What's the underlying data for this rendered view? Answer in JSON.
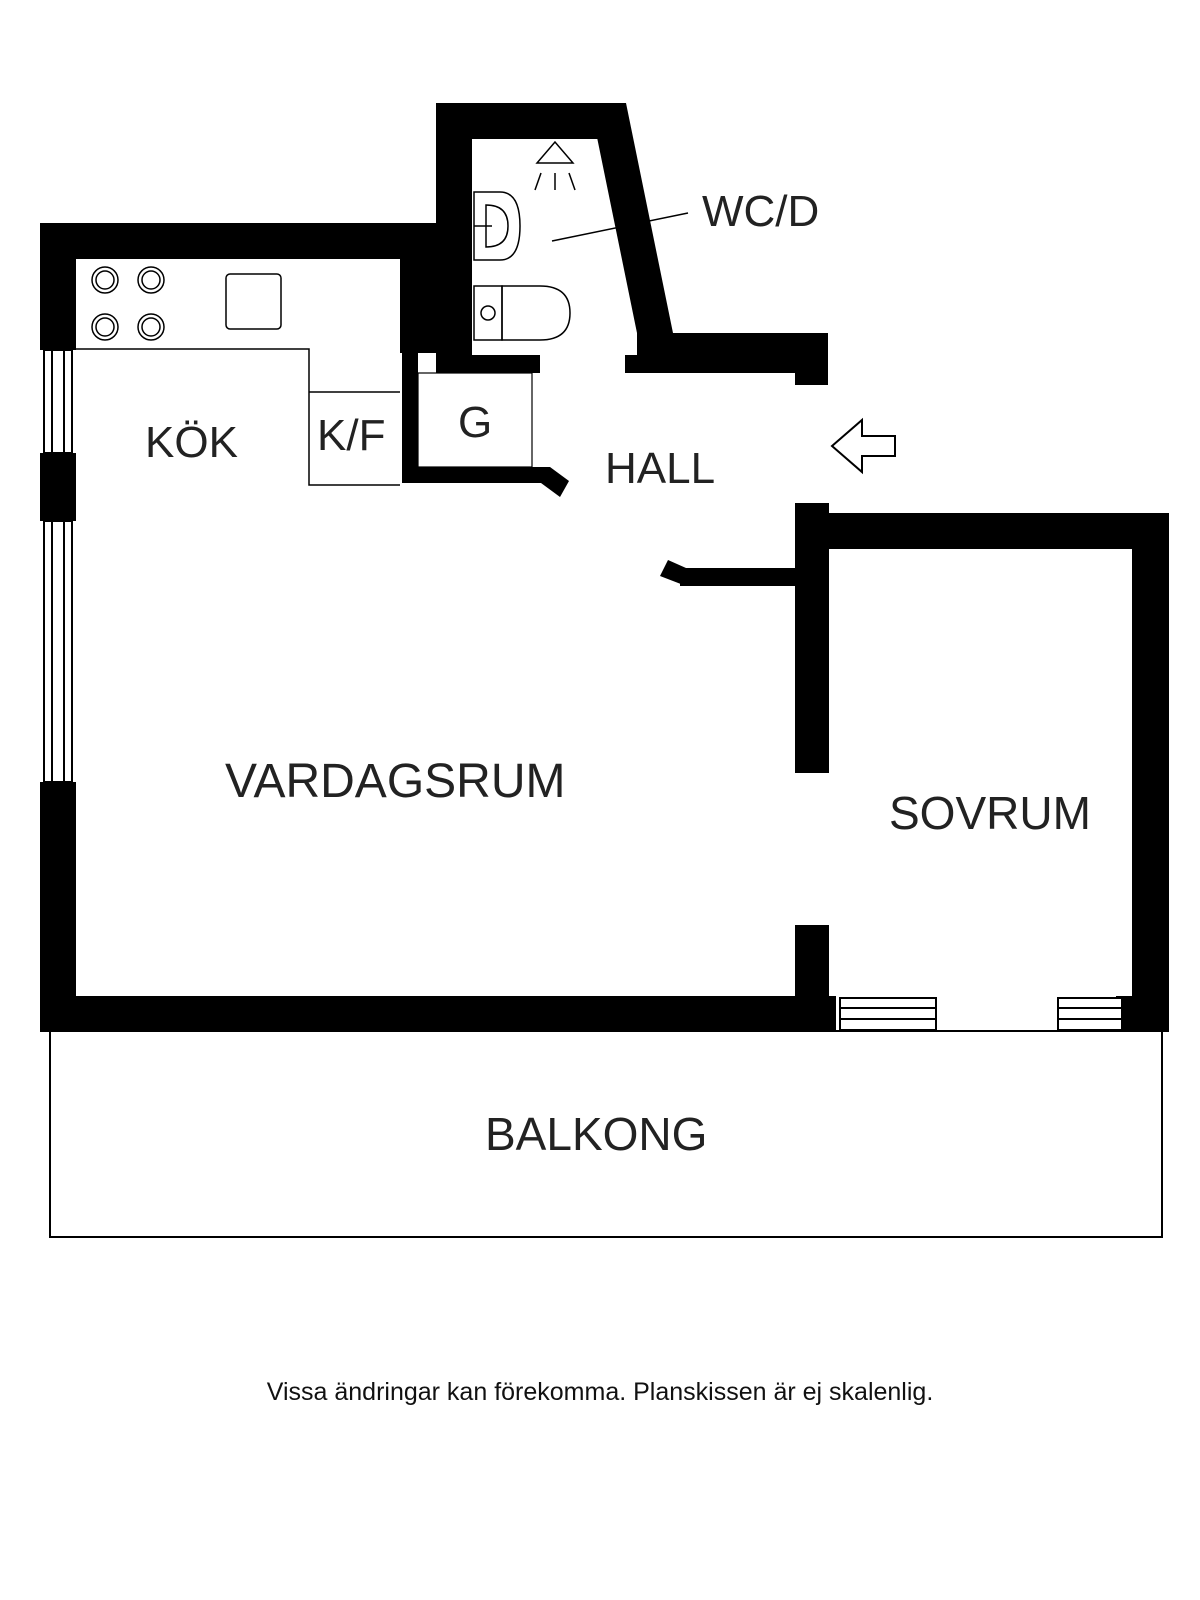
{
  "rooms": {
    "wc": "WC/D",
    "kitchen": "KÖK",
    "fridge": "K/F",
    "wardrobe": "G",
    "hall": "HALL",
    "living": "VARDAGSRUM",
    "bedroom": "SOVRUM",
    "balcony": "BALKONG"
  },
  "footer": {
    "note": "Vissa ändringar kan förekomma. Planskissen är ej skalenlig."
  },
  "icons": {
    "entrance": "arrow-left-icon",
    "shower": "shower-icon",
    "sink": "sink-icon",
    "toilet": "toilet-icon",
    "stove": "stove-icon",
    "kitchen_sink": "kitchen-sink-icon"
  },
  "colors": {
    "wall": "#000000",
    "background": "#ffffff",
    "text": "#222222"
  }
}
